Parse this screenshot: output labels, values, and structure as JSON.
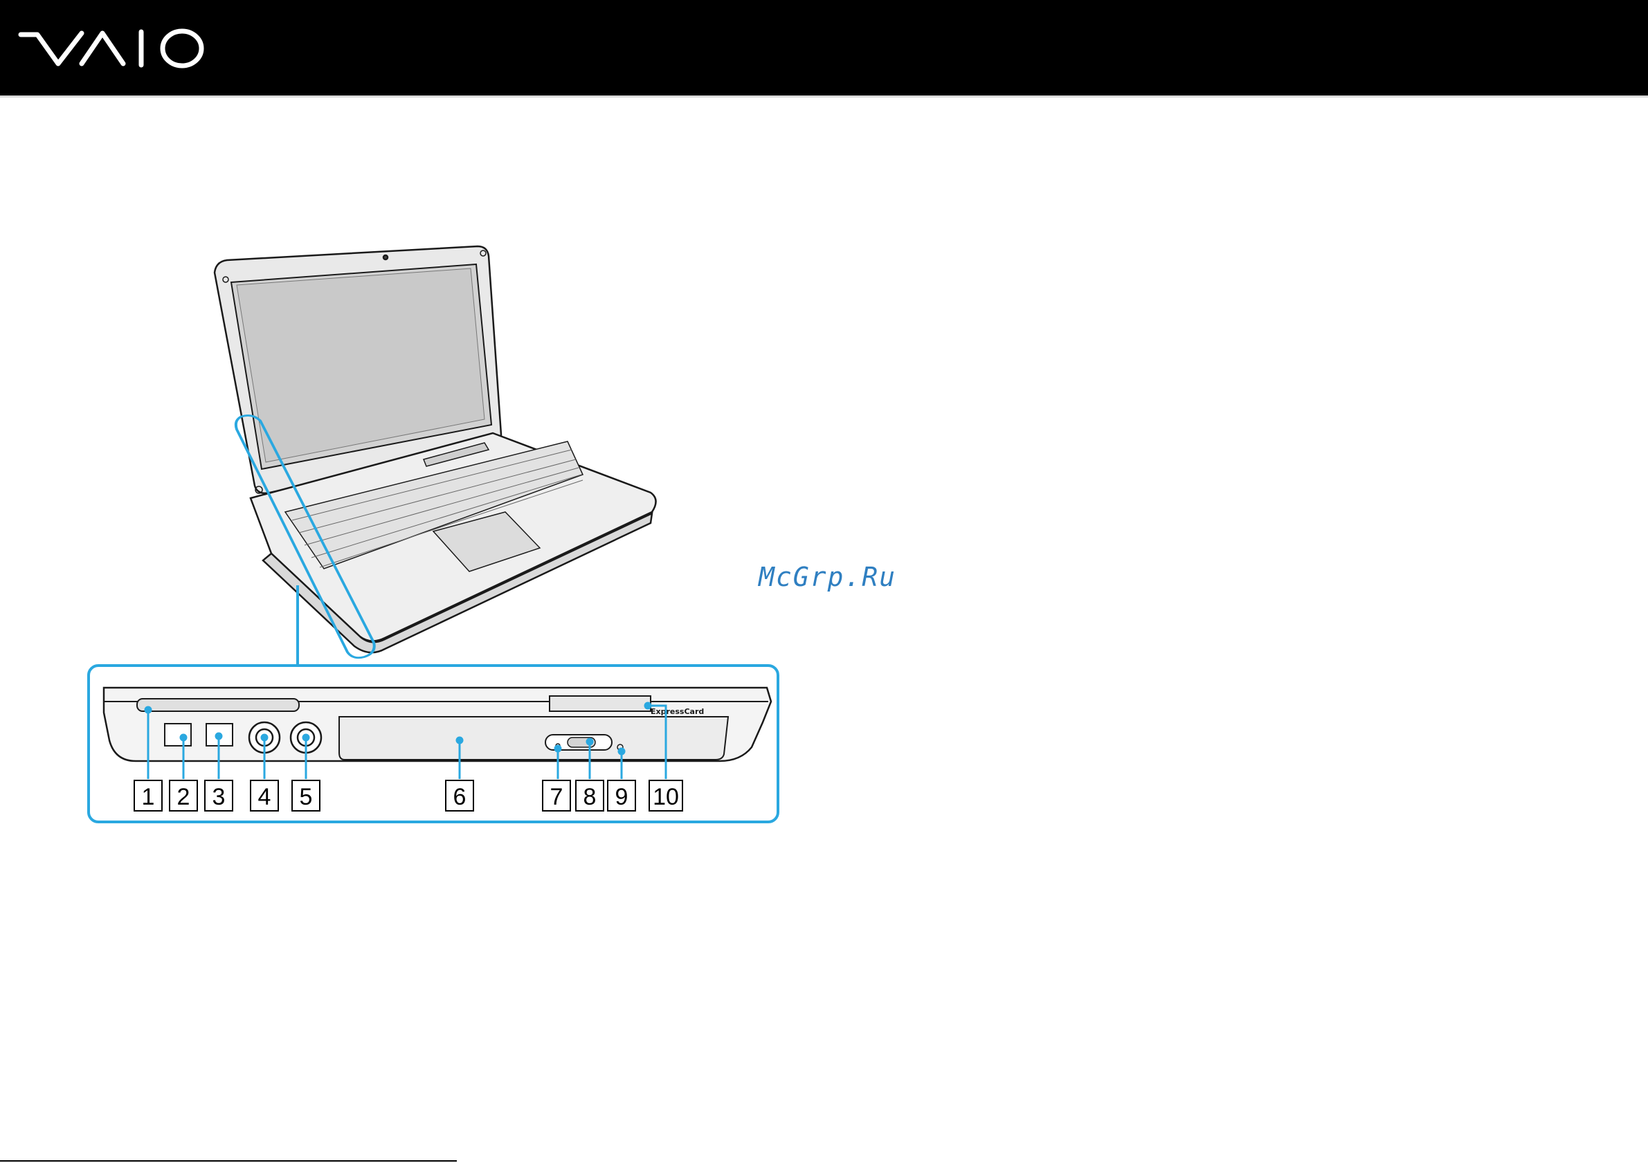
{
  "brand": {
    "logo_text": "VAIO",
    "header_color": "#000000"
  },
  "watermark": "McGrp.Ru",
  "accent_color": "#2aa8e0",
  "figure": {
    "laptop_label": "laptop-right-side-view",
    "callouts": [
      "1",
      "2",
      "3",
      "4",
      "5",
      "6",
      "7",
      "8",
      "9",
      "10"
    ],
    "slot_label": "ExpressCard"
  }
}
